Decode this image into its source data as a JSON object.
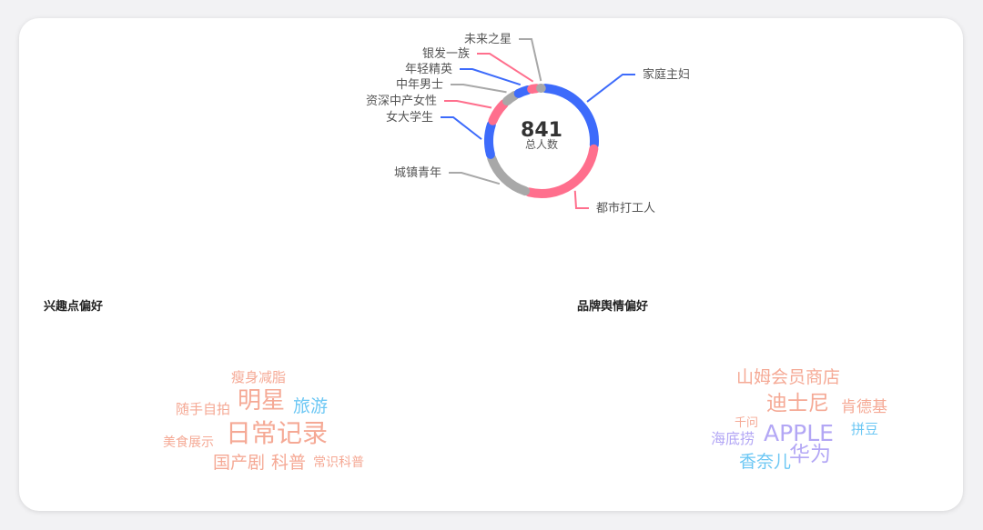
{
  "chart_data": [
    {
      "type": "pie",
      "variant": "donut",
      "center_value": "841",
      "center_label": "总人数",
      "segments": [
        {
          "name": "家庭主妇",
          "value": 182,
          "color": "#3d6bfb"
        },
        {
          "name": "都市打工人",
          "value": 191,
          "color": "#ff6f8d"
        },
        {
          "name": "城镇青年",
          "value": 110,
          "color": "#a8a8a8"
        },
        {
          "name": "女大学生",
          "value": 72,
          "color": "#3d6bfb"
        },
        {
          "name": "资深中产女性",
          "value": 51,
          "color": "#ff6f8d"
        },
        {
          "name": "中年男士",
          "value": 29,
          "color": "#a8a8a8"
        },
        {
          "name": "年轻精英",
          "value": 29,
          "color": "#3d6bfb"
        },
        {
          "name": "银发一族",
          "value": 19,
          "color": "#ff6f8d"
        },
        {
          "name": "未来之星",
          "value": 10,
          "color": "#a8a8a8"
        }
      ]
    }
  ],
  "interest": {
    "title": "兴趣点偏好",
    "words": [
      {
        "text": "瘦身减脂",
        "color": "#f5a995"
      },
      {
        "text": "随手自拍",
        "color": "#f5a995"
      },
      {
        "text": "明星",
        "color": "#f5a995"
      },
      {
        "text": "旅游",
        "color": "#6cc7f4"
      },
      {
        "text": "美食展示",
        "color": "#f5a995"
      },
      {
        "text": "日常记录",
        "color": "#f5a995"
      },
      {
        "text": "国产剧",
        "color": "#f5a995"
      },
      {
        "text": "科普",
        "color": "#f5a995"
      },
      {
        "text": "常识科普",
        "color": "#f5a995"
      }
    ]
  },
  "brand": {
    "title": "品牌舆情偏好",
    "words": [
      {
        "text": "山姆会员商店",
        "color": "#f5a995"
      },
      {
        "text": "迪士尼",
        "color": "#f5a995"
      },
      {
        "text": "肯德基",
        "color": "#f5a995"
      },
      {
        "text": "千问",
        "color": "#f5a995"
      },
      {
        "text": "APPLE",
        "color": "#b3a7f5"
      },
      {
        "text": "拼豆",
        "color": "#6cc7f4"
      },
      {
        "text": "海底捞",
        "color": "#b3a7f5"
      },
      {
        "text": "华为",
        "color": "#b3a7f5"
      },
      {
        "text": "香奈儿",
        "color": "#6cc7f4"
      }
    ]
  }
}
